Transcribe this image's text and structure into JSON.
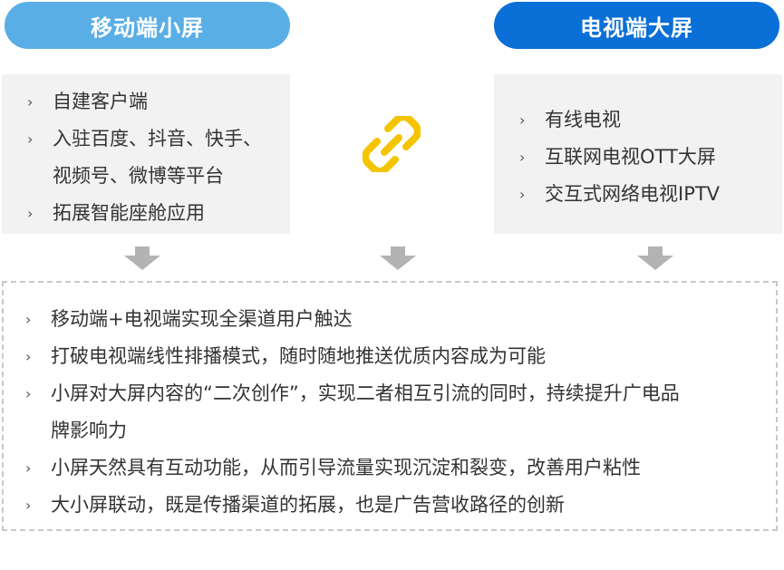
{
  "left_panel": {
    "title": "移动端小屏",
    "items": [
      "自建客户端",
      "入驻百度、抖音、快手、",
      "视频号、微博等平台",
      "拓展智能座舱应用"
    ]
  },
  "right_panel": {
    "title": "电视端大屏",
    "items": [
      "有线电视",
      "互联网电视OTT大屏",
      "交互式网络电视IPTV"
    ]
  },
  "bullet_glyph": "›",
  "summary": {
    "items": [
      "移动端+电视端实现全渠道用户触达",
      "打破电视端线性排播模式，随时随地推送优质内容成为可能",
      "小屏对大屏内容的“二次创作”，实现二者相互引流的同时，持续提升广电品",
      "牌影响力",
      "小屏天然具有互动功能，从而引导流量实现沉淀和裂变，改善用户粘性",
      "大小屏联动，既是传播渠道的拓展，也是广告营收路径的创新"
    ]
  },
  "icons": {
    "center": "link-icon",
    "arrows": "down-arrow-icon"
  },
  "colors": {
    "left_pill": "#5aaee6",
    "right_pill": "#0a6fd6",
    "link_icon": "#f5c400",
    "arrow": "#b3b3b3",
    "panel_bg": "#f2f2f2"
  }
}
